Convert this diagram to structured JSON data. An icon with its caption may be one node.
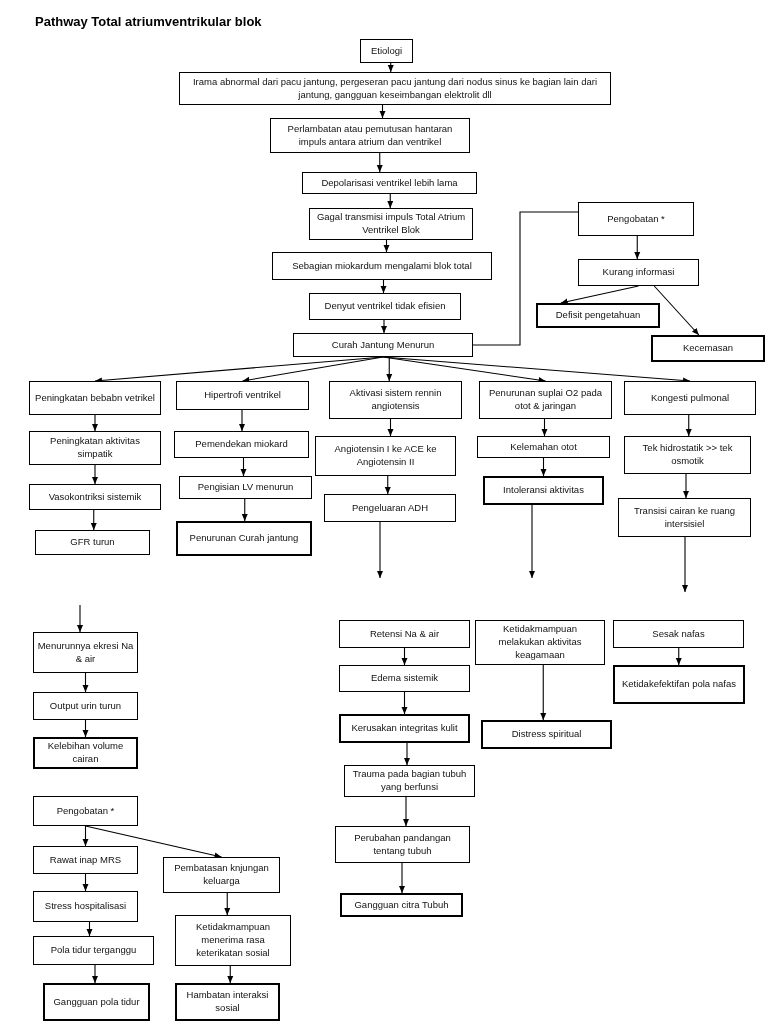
{
  "diagram": {
    "title": "Pathway Total atriumventrikular blok",
    "nodes": [
      {
        "text": [
          "Etiologi"
        ]
      },
      {
        "text": [
          "Irama abnormal dari pacu jantung, pergeseran pacu jantung dari nodus sinus ke bagian lain dari jantung, gangguan keseimbangan elektrolit dll"
        ]
      },
      {
        "text": [
          "Perlambatan atau pemutusan hantaran impuls antara atrium dan ventrikel"
        ]
      },
      {
        "text": [
          "Depolarisasi ventrikel lebih lama"
        ]
      },
      {
        "text": [
          "Gagal transmisi impuls Total Atrium Ventrikel Blok"
        ]
      },
      {
        "text": [
          "Sebagian miokardum mengalami blok total"
        ]
      },
      {
        "text": [
          "Denyut ventrikel tidak efisien"
        ]
      },
      {
        "text": [
          "Curah Jantung Menurun"
        ]
      },
      {
        "text": [
          "Pengobatan *"
        ]
      },
      {
        "text": [
          "Kurang informasi"
        ]
      },
      {
        "text": [
          "Defisit pengetahuan"
        ]
      },
      {
        "text": [
          "Kecemasan"
        ]
      },
      {
        "text": [
          "Peningkatan bebabn vetrikel"
        ]
      },
      {
        "text": [
          "Hipertrofi ventrikel"
        ]
      },
      {
        "text": [
          "Aktivasi sistem rennin angiotensis"
        ]
      },
      {
        "text": [
          "Penurunan suplai O2 pada otot & jaringan"
        ]
      },
      {
        "text": [
          "Kongesti pulmonal"
        ]
      },
      {
        "text": [
          "Peningkatan aktivitas simpatik"
        ]
      },
      {
        "text": [
          "Pemendekan miokard"
        ]
      },
      {
        "text": [
          "Angiotensin I ke ACE ke Angiotensin II"
        ]
      },
      {
        "text": [
          "Kelemahan otot"
        ]
      },
      {
        "text": [
          "Tek hidrostatik >> tek osmotik"
        ]
      },
      {
        "text": [
          "Vasokontriksi sistemik"
        ]
      },
      {
        "text": [
          "Pengisian LV menurun"
        ]
      },
      {
        "text": [
          "Pengeluaran ADH"
        ]
      },
      {
        "text": [
          "Intoleransi aktivitas"
        ]
      },
      {
        "text": [
          "Transisi cairan ke ruang intersisiel"
        ]
      },
      {
        "text": [
          "GFR turun"
        ]
      },
      {
        "text": [
          "Penurunan Curah jantung"
        ]
      },
      {
        "text": [
          "Menurunnya ekresi Na & air"
        ]
      },
      {
        "text": [
          "Output urin turun"
        ]
      },
      {
        "text": [
          "Kelebihan volume cairan"
        ]
      },
      {
        "text": [
          "Retensi Na & air"
        ]
      },
      {
        "text": [
          "Ketidakmampuan melakukan aktivitas keagamaan"
        ]
      },
      {
        "text": [
          "Sesak nafas"
        ]
      },
      {
        "text": [
          "Edema sistemik"
        ]
      },
      {
        "text": [
          "Ketidakefektifan pola nafas"
        ]
      },
      {
        "text": [
          "Kerusakan integritas kulit"
        ]
      },
      {
        "text": [
          "Distress spiritual"
        ]
      },
      {
        "text": [
          "Trauma pada bagian tubuh yang berfunsi"
        ]
      },
      {
        "text": [
          "Perubahan pandangan tentang tubuh"
        ]
      },
      {
        "text": [
          "Gangguan citra Tubuh"
        ]
      },
      {
        "text": [
          "Pengobatan *"
        ]
      },
      {
        "text": [
          "Rawat inap MRS"
        ]
      },
      {
        "text": [
          "Pembatasan knjungan keluarga"
        ]
      },
      {
        "text": [
          "Stress hospitalisasi"
        ]
      },
      {
        "text": [
          "Ketidakmampuan menerima rasa keterikatan sosial"
        ]
      },
      {
        "text": [
          "Pola tidur terganggu"
        ]
      },
      {
        "text": [
          "Gangguan pola tidur"
        ]
      },
      {
        "text": [
          "Hambatan interaksi sosial"
        ]
      }
    ],
    "edges": [
      {
        "from": 0,
        "to": 1,
        "arrow": "to"
      },
      {
        "from": 1,
        "to": 2,
        "arrow": "to"
      },
      {
        "from": 2,
        "to": 3,
        "arrow": "to"
      },
      {
        "from": 3,
        "to": 4,
        "arrow": "to"
      },
      {
        "from": 4,
        "to": 5,
        "arrow": "to"
      },
      {
        "from": 5,
        "to": 6,
        "arrow": "to"
      },
      {
        "from": 6,
        "to": 7,
        "arrow": "to"
      },
      {
        "from": 8,
        "to": 7,
        "arrow": "none"
      },
      {
        "from": 8,
        "to": 9,
        "arrow": "to"
      },
      {
        "from": 9,
        "to": 10,
        "arrow": "to"
      },
      {
        "from": 9,
        "to": 11,
        "arrow": "to"
      },
      {
        "from": 7,
        "to": 12,
        "arrow": "to"
      },
      {
        "from": 7,
        "to": 13,
        "arrow": "to"
      },
      {
        "from": 7,
        "to": 14,
        "arrow": "to"
      },
      {
        "from": 7,
        "to": 15,
        "arrow": "to"
      },
      {
        "from": 7,
        "to": 16,
        "arrow": "to"
      },
      {
        "from": 12,
        "to": 17,
        "arrow": "to"
      },
      {
        "from": 17,
        "to": 22,
        "arrow": "to"
      },
      {
        "from": 22,
        "to": 27,
        "arrow": "to"
      },
      {
        "from": 13,
        "to": 18,
        "arrow": "to"
      },
      {
        "from": 18,
        "to": 23,
        "arrow": "to"
      },
      {
        "from": 23,
        "to": 28,
        "arrow": "to"
      },
      {
        "from": 14,
        "to": 19,
        "arrow": "to"
      },
      {
        "from": 19,
        "to": 24,
        "arrow": "to"
      },
      {
        "from": 24,
        "to": null,
        "arrow": "to"
      },
      {
        "from": 15,
        "to": 20,
        "arrow": "to"
      },
      {
        "from": 20,
        "to": 25,
        "arrow": "to"
      },
      {
        "from": 25,
        "to": null,
        "arrow": "to"
      },
      {
        "from": 16,
        "to": 21,
        "arrow": "to"
      },
      {
        "from": 21,
        "to": 26,
        "arrow": "to"
      },
      {
        "from": 26,
        "to": null,
        "arrow": "to"
      },
      {
        "from": null,
        "to": 29,
        "arrow": "to"
      },
      {
        "from": 29,
        "to": 30,
        "arrow": "to"
      },
      {
        "from": 30,
        "to": 31,
        "arrow": "to"
      },
      {
        "from": 32,
        "to": 35,
        "arrow": "to"
      },
      {
        "from": 35,
        "to": 37,
        "arrow": "to"
      },
      {
        "from": 37,
        "to": 39,
        "arrow": "to"
      },
      {
        "from": 39,
        "to": 40,
        "arrow": "to"
      },
      {
        "from": 40,
        "to": 41,
        "arrow": "to"
      },
      {
        "from": 33,
        "to": 38,
        "arrow": "to"
      },
      {
        "from": 34,
        "to": 36,
        "arrow": "to"
      },
      {
        "from": 42,
        "to": 43,
        "arrow": "to"
      },
      {
        "from": 42,
        "to": 44,
        "arrow": "to"
      },
      {
        "from": 43,
        "to": 45,
        "arrow": "to"
      },
      {
        "from": 45,
        "to": 47,
        "arrow": "to"
      },
      {
        "from": 47,
        "to": 48,
        "arrow": "to"
      },
      {
        "from": 44,
        "to": 46,
        "arrow": "to"
      },
      {
        "from": 46,
        "to": 49,
        "arrow": "to"
      }
    ]
  }
}
